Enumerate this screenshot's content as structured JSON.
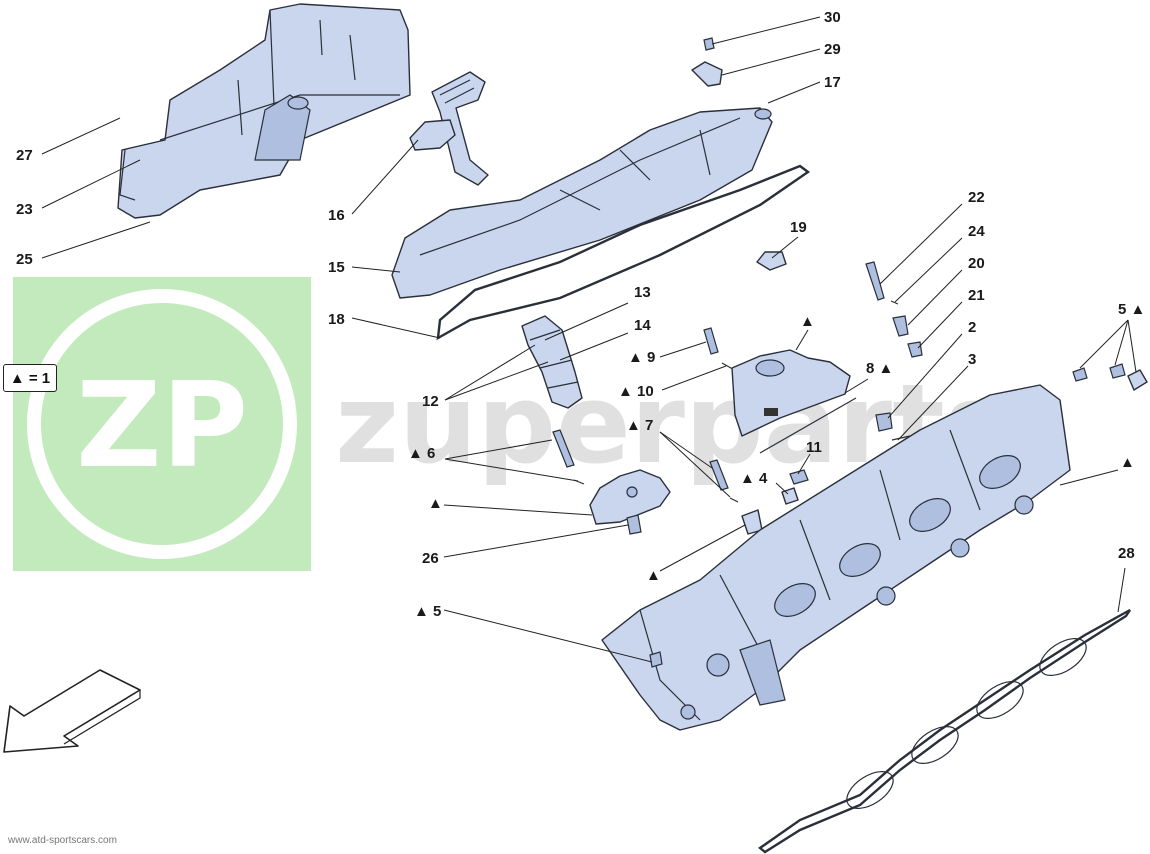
{
  "watermark": {
    "logo_text": "ZP",
    "brand_text": "zuperparts"
  },
  "legend": {
    "text": "▲ = 1"
  },
  "footer": {
    "url": "www.atd-sportscars.com"
  },
  "callouts": {
    "c30": "30",
    "c29": "29",
    "c17": "17",
    "c27": "27",
    "c23": "23",
    "c25": "25",
    "c16": "16",
    "c15": "15",
    "c18": "18",
    "c19": "19",
    "c22": "22",
    "c24": "24",
    "c20": "20",
    "c21": "21",
    "c2": "2",
    "c3": "3",
    "c13": "13",
    "c14": "14",
    "c12": "12",
    "c9": "▲ 9",
    "c10": "▲ 10",
    "c8": "8 ▲",
    "c5a": "5 ▲",
    "c6": "▲ 6",
    "c7": "▲ 7",
    "c11": "11",
    "c4": "▲ 4",
    "c26": "26",
    "c5b": "▲ 5",
    "c28": "28",
    "tri1": "▲",
    "tri2": "▲",
    "tri3": "▲",
    "tri4": "▲"
  },
  "colors": {
    "part_fill": "#c9d6ee",
    "watermark_green": "#b8e6b0",
    "line": "#2a2f3a"
  }
}
